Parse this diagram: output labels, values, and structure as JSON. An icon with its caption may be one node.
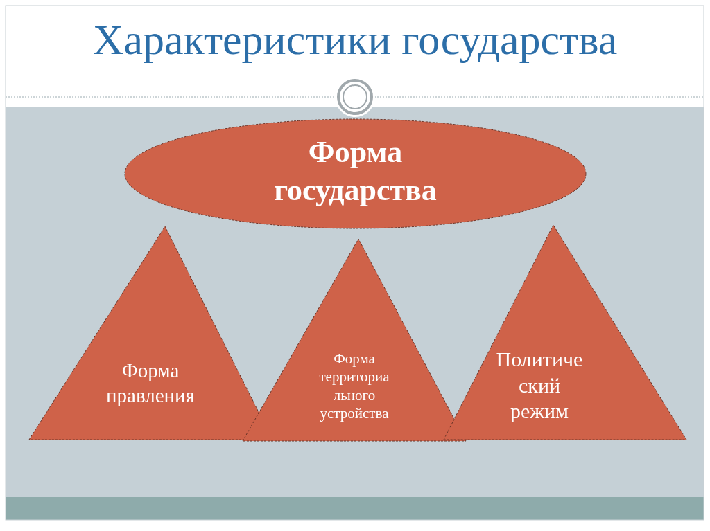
{
  "diagram": {
    "title": "Характеристики государства",
    "nodes": [
      {
        "text": [
          "Форма государства"
        ]
      },
      {
        "text": [
          "Форма правления"
        ]
      },
      {
        "text": [
          "Форма территориа льного устройства"
        ]
      },
      {
        "text": [
          "Политиче ский режим"
        ]
      }
    ]
  }
}
